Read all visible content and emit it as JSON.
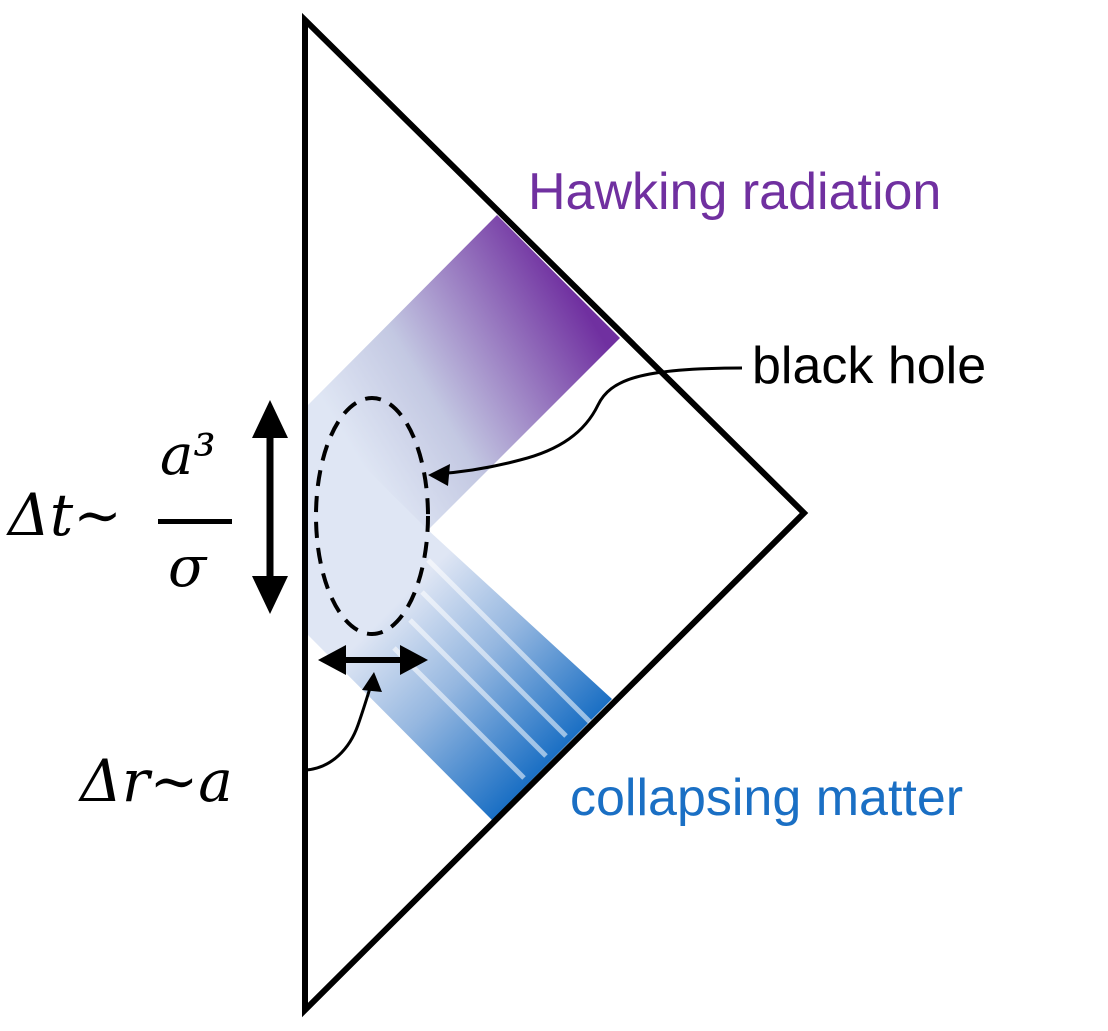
{
  "labels": {
    "hawking_radiation": "Hawking radiation",
    "black_hole": "black hole",
    "collapsing_matter": "collapsing matter",
    "delta_t_lhs": "Δt∼",
    "delta_t_numerator": "a³",
    "delta_t_denominator": "σ",
    "delta_r": "Δr∼a"
  },
  "colors": {
    "hawking_radiation": "#7030a0",
    "collapsing_matter": "#1a6fc4",
    "outline": "#000000",
    "pale_band": "#dfe6f4"
  }
}
